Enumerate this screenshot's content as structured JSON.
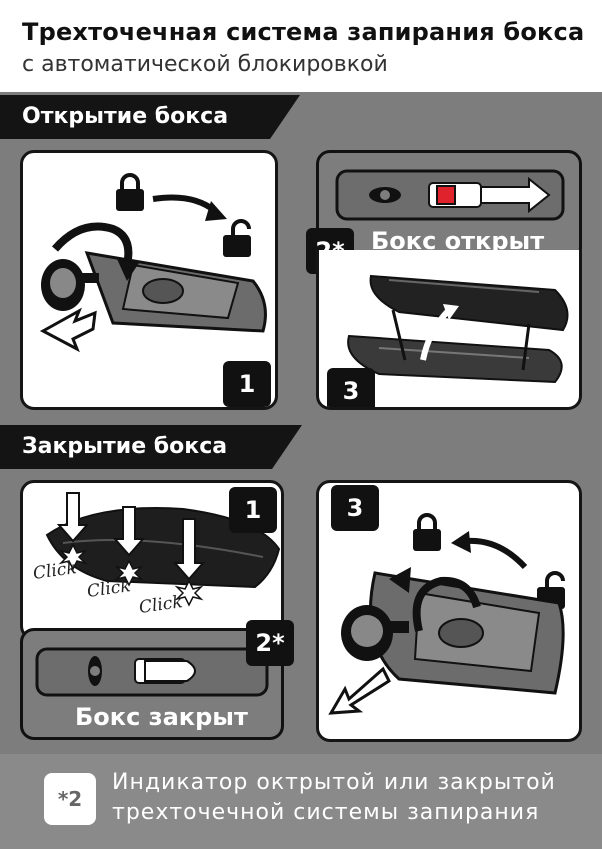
{
  "header": {
    "title": "Трехточечная система запирания бокса",
    "subtitle": "с автоматической блокировкой"
  },
  "opening": {
    "banner": "Открытие бокса",
    "step1": "1",
    "step2": "2*",
    "step3": "3",
    "indicator_label": "Бокс открыт"
  },
  "closing": {
    "banner": "Закрытие бокса",
    "step1": "1",
    "step2": "2*",
    "step3": "3",
    "indicator_label": "Бокс закрыт",
    "click_labels": [
      "Click",
      "Click",
      "Click"
    ]
  },
  "footer": {
    "badge": "*2",
    "line1": "Индикатор октрытой или закрытой",
    "line2": "трехточечной системы запирания"
  },
  "colors": {
    "gray": "#7d7d7d",
    "dark": "#141414",
    "indicator_red": "#e0222c"
  }
}
